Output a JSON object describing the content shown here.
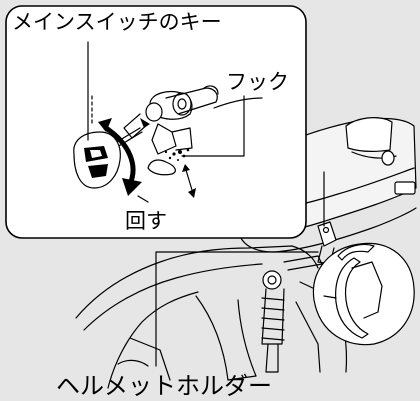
{
  "callouts": {
    "main_switch_key": "メインスイッチのキー",
    "hook": "フック",
    "turn": "回す",
    "helmet_holder": "ヘルメットホルダー"
  },
  "colors": {
    "background": "#e6e6e6",
    "inset_fill": "#ffffff",
    "line": "#000000"
  }
}
